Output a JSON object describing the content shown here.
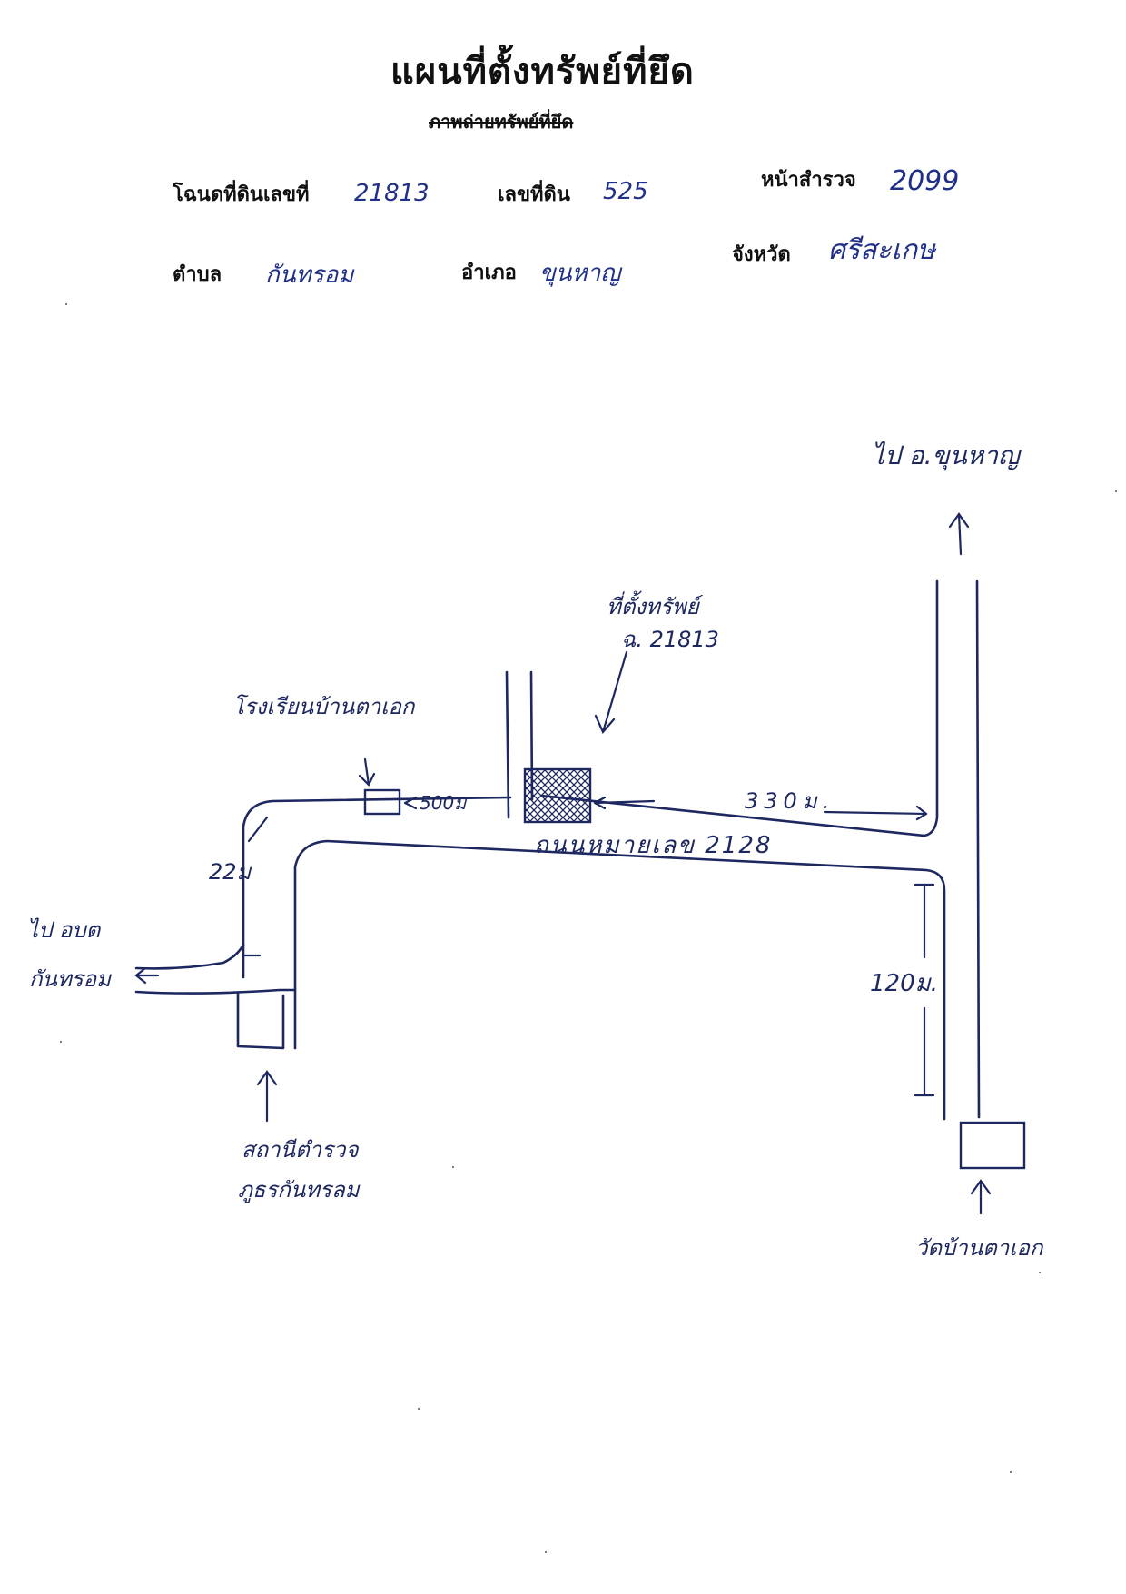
{
  "document": {
    "title": "แผนที่ตั้งทรัพย์ที่ยึด",
    "struck_title": "ภาพถ่ายทรัพย์ที่ยึด"
  },
  "fields": {
    "deed_label": "โฉนดที่ดินเลขที่",
    "deed_value": "21813",
    "land_no_label": "เลขที่ดิน",
    "land_no_value": "525",
    "survey_label": "หน้าสำรวจ",
    "survey_value": "2099",
    "tambon_label": "ตำบล",
    "tambon_value": "กันทรอม",
    "amphoe_label": "อำเภอ",
    "amphoe_value": "ขุนหาญ",
    "province_label": "จังหวัด",
    "province_value": "ศรีสะเกษ"
  },
  "map": {
    "to_khunhan": "ไป อ.ขุนหาญ",
    "property_line1": "ที่ตั้งทรัพย์",
    "property_line2": "ฉ. 21813",
    "school": "โรงเรียนบ้านตาเอก",
    "dist_school": "500ม",
    "dist_property": "330ม.",
    "road_name": "ถนนหมายเลข 2128",
    "dist_left": "22ม",
    "to_tambon_line1": "ไป อบต",
    "to_tambon_line2": "กันทรอม",
    "dist_right": "120ม.",
    "police_line1": "สถานีตำรวจ",
    "police_line2": "ภูธรกันทรลม",
    "temple": "วัดบ้านตาเอก"
  }
}
